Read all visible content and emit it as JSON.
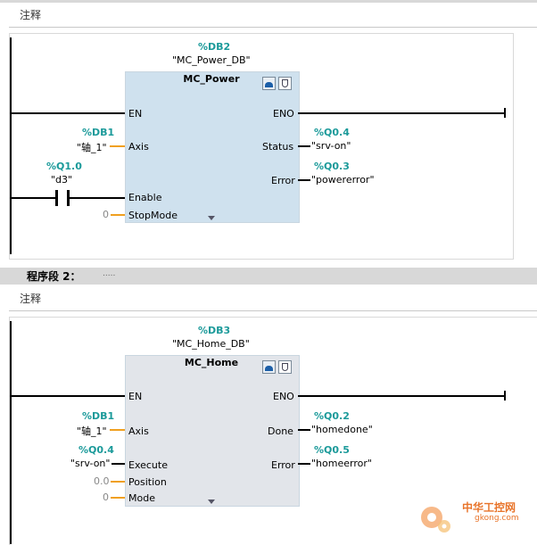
{
  "network1": {
    "comment_label": "注释",
    "db_addr": "%DB2",
    "db_name": "\"MC_Power_DB\"",
    "block_name": "MC_Power",
    "in_pins": {
      "en": "EN",
      "axis": "Axis",
      "enable": "Enable",
      "stopmode": "StopMode"
    },
    "out_pins": {
      "eno": "ENO",
      "status": "Status",
      "error": "Error"
    },
    "axis_addr": "%DB1",
    "axis_name": "\"轴_1\"",
    "enable_addr": "%Q1.0",
    "enable_name": "\"d3\"",
    "stopmode_value": "0",
    "status_addr": "%Q0.4",
    "status_name": "\"srv-on\"",
    "error_addr": "%Q0.3",
    "error_name": "\"powererror\""
  },
  "network2": {
    "title": "程序段 2：",
    "title_dots": ".....",
    "comment_label": "注释",
    "db_addr": "%DB3",
    "db_name": "\"MC_Home_DB\"",
    "block_name": "MC_Home",
    "in_pins": {
      "en": "EN",
      "axis": "Axis",
      "execute": "Execute",
      "position": "Position",
      "mode": "Mode"
    },
    "out_pins": {
      "eno": "ENO",
      "done": "Done",
      "error": "Error"
    },
    "axis_addr": "%DB1",
    "axis_name": "\"轴_1\"",
    "execute_addr": "%Q0.4",
    "execute_name": "\"srv-on\"",
    "position_value": "0.0",
    "mode_value": "0",
    "done_addr": "%Q0.2",
    "done_name": "\"homedone\"",
    "error_addr": "%Q0.5",
    "error_name": "\"homeerror\""
  },
  "watermark": {
    "cn": "中华工控网",
    "url": "gkong.com"
  },
  "colors": {
    "teal": "#1b9a9a",
    "power_block": "#cfe1ee",
    "home_block": "#e2e5ea",
    "wire_orange": "#f0a020"
  }
}
